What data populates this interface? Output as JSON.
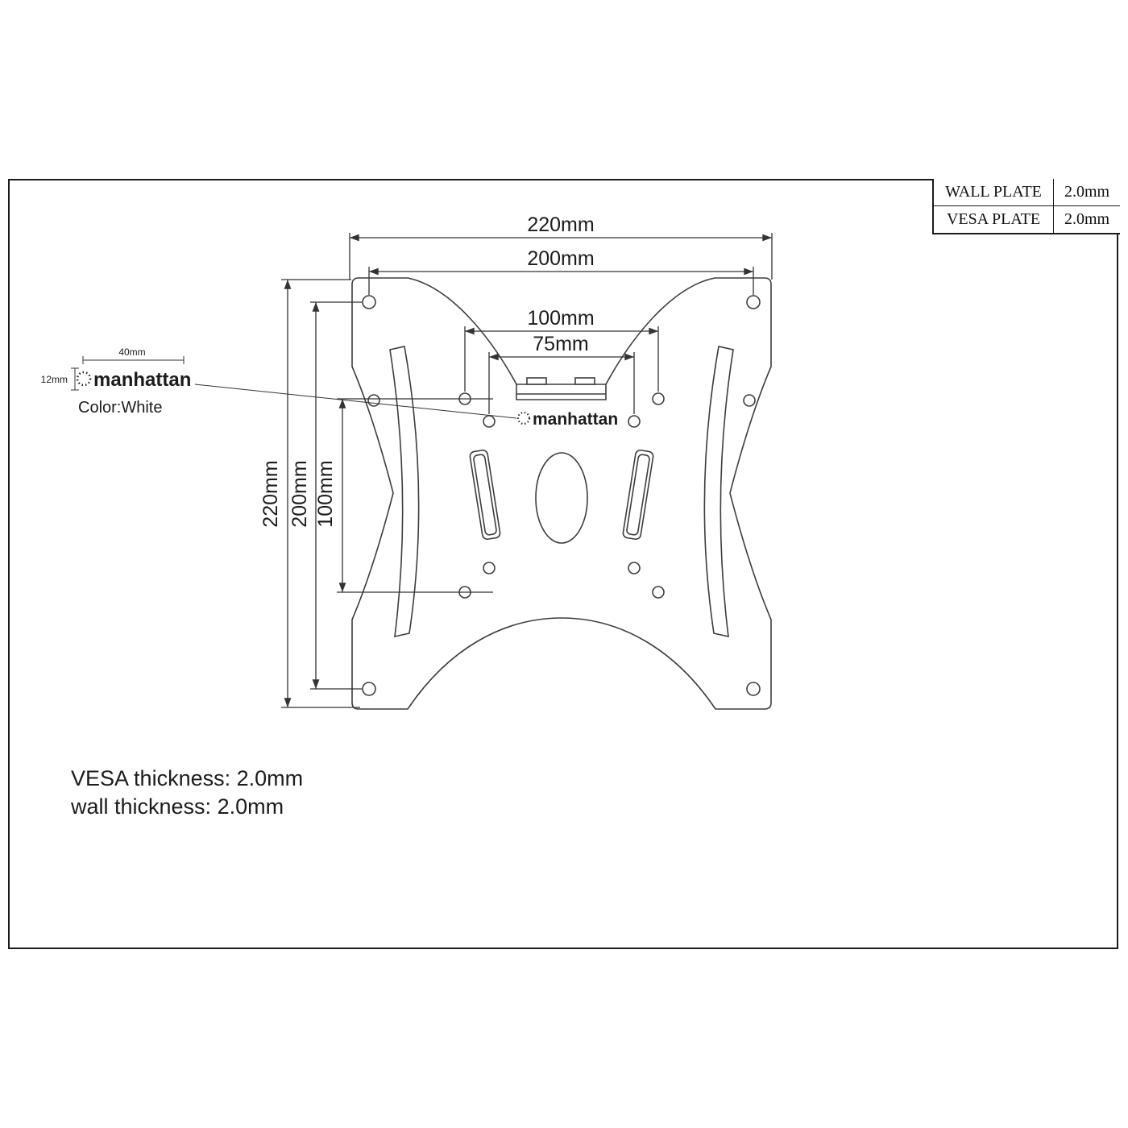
{
  "spec_table": {
    "rows": [
      {
        "label": "WALL PLATE",
        "value": "2.0mm"
      },
      {
        "label": "VESA PLATE",
        "value": "2.0mm"
      }
    ]
  },
  "dims": {
    "w220": "220mm",
    "w200": "200mm",
    "w100": "100mm",
    "w75": "75mm",
    "h220": "220mm",
    "h200": "200mm",
    "h100": "100mm"
  },
  "logo_detail": {
    "width_label": "40mm",
    "height_label": "12mm",
    "brand": "manhattan",
    "color_note": "Color:White"
  },
  "center_logo": {
    "brand": "manhattan"
  },
  "notes": {
    "line1": "VESA thickness: 2.0mm",
    "line2": "wall thickness: 2.0mm"
  },
  "colors": {
    "line": "#3d3d3d",
    "dim": "#333333",
    "text": "#1c1c1c"
  }
}
